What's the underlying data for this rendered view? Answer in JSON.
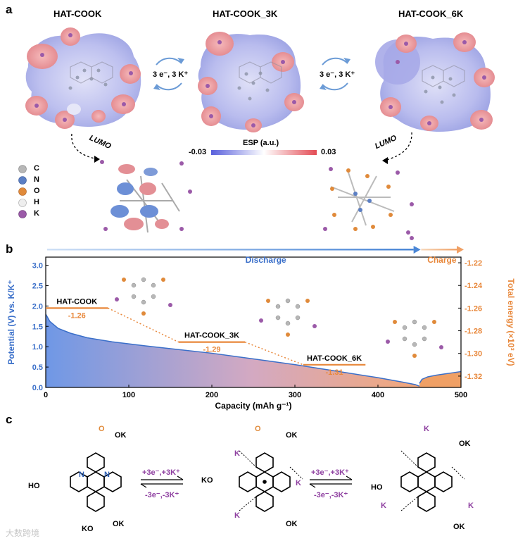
{
  "panel_a": {
    "letter": "a",
    "titles": [
      "HAT-COOK",
      "HAT-COOK_3K",
      "HAT-COOK_6K"
    ],
    "reaction_labels": [
      "3 e⁻, 3 K⁺",
      "3 e⁻, 3 K⁺"
    ],
    "lumo_label": "LUMO",
    "esp_title": "ESP (a.u.)",
    "esp_min": "-0.03",
    "esp_max": "0.03",
    "legend": [
      {
        "label": "C",
        "color": "#b7b7b7"
      },
      {
        "label": "N",
        "color": "#5b7fc4"
      },
      {
        "label": "O",
        "color": "#e08a3a"
      },
      {
        "label": "H",
        "color": "#eeeeee"
      },
      {
        "label": "K",
        "color": "#9b5aa8"
      }
    ]
  },
  "panel_b": {
    "letter": "b",
    "discharge_label": "Discharge",
    "charge_label": "Charge",
    "states": [
      {
        "name": "HAT-COOK",
        "value": "-1.26"
      },
      {
        "name": "HAT-COOK_3K",
        "value": "-1.29"
      },
      {
        "name": "HAT-COOK_6K",
        "value": "-1.31"
      }
    ]
  },
  "chart_data": {
    "type": "area",
    "xlabel": "Capacity (mAh g⁻¹)",
    "ylabel": "Potential (V) vs. K/K⁺",
    "y2label": "Total energy (×10³ eV)",
    "xlim": [
      0,
      500
    ],
    "ylim": [
      0,
      3.2
    ],
    "y2lim": [
      -1.33,
      -1.215
    ],
    "x_ticks": [
      "0",
      "100",
      "200",
      "300",
      "400",
      "500"
    ],
    "y_ticks": [
      "0.0",
      "0.5",
      "1.0",
      "1.5",
      "2.0",
      "2.5",
      "3.0"
    ],
    "y2_ticks": [
      "-1.22",
      "-1.24",
      "-1.26",
      "-1.28",
      "-1.30",
      "-1.32"
    ],
    "series": [
      {
        "name": "Discharge",
        "x": [
          0,
          5,
          15,
          30,
          50,
          80,
          120,
          160,
          200,
          250,
          300,
          350,
          400,
          430,
          445,
          450
        ],
        "y": [
          1.8,
          1.62,
          1.45,
          1.33,
          1.22,
          1.12,
          1.02,
          0.93,
          0.84,
          0.7,
          0.56,
          0.4,
          0.24,
          0.13,
          0.07,
          0.03
        ]
      },
      {
        "name": "Charge",
        "x": [
          450,
          453,
          460,
          470,
          480,
          490,
          500
        ],
        "y": [
          0.1,
          0.2,
          0.26,
          0.3,
          0.33,
          0.36,
          0.39
        ]
      }
    ],
    "energy_levels": [
      {
        "x": [
          0,
          75
        ],
        "y": -1.26
      },
      {
        "x": [
          160,
          240
        ],
        "y": -1.29
      },
      {
        "x": [
          310,
          385
        ],
        "y": -1.31
      }
    ]
  },
  "panel_c": {
    "letter": "c",
    "forward_label": "+3e⁻,+3K⁺",
    "backward_label": "-3e⁻,-3K⁺",
    "atoms": {
      "N": "N",
      "O": "O",
      "K": "K",
      "OK": "OK",
      "HO": "HO",
      "KO": "KO"
    }
  },
  "watermark": "大数跨境"
}
